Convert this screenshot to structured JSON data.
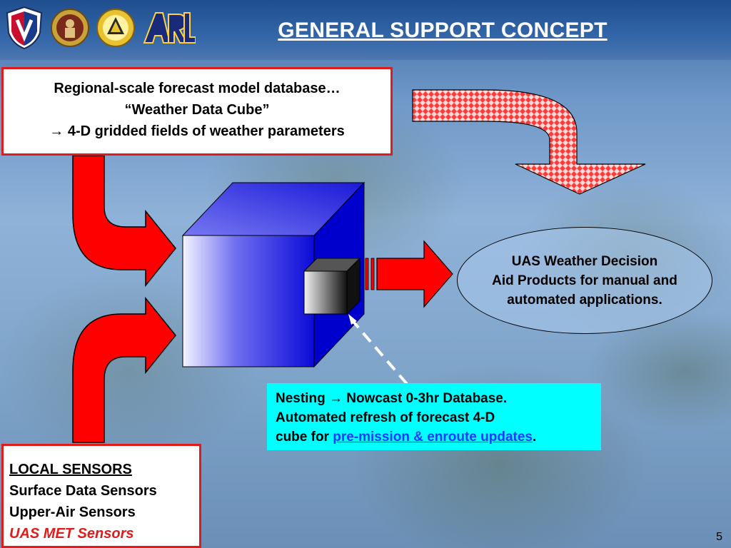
{
  "header": {
    "title": "GENERAL SUPPORT CONCEPT",
    "logos": [
      "army-shield-logo",
      "soldier-emblem-logo",
      "tank-emblem-logo",
      "arl-logo"
    ]
  },
  "top_box": {
    "line1": "Regional-scale forecast model database…",
    "line2": "“Weather Data Cube”",
    "line3_arrow": "→",
    "line3": " 4-D gridded fields of weather parameters"
  },
  "local_sensors": {
    "heading": "LOCAL SENSORS",
    "items": [
      "Surface Data Sensors",
      "Upper-Air Sensors"
    ],
    "uas_item": "UAS MET Sensors"
  },
  "output_ellipse": {
    "line1": "UAS Weather Decision",
    "line2": "Aid Products for manual and",
    "line3": "automated applications."
  },
  "nesting_box": {
    "line1_prefix": "Nesting ",
    "arrow": "→",
    "line1_suffix": " Nowcast 0-3hr Database.",
    "line2": "Automated refresh of forecast 4-D",
    "line3_prefix": "cube for ",
    "line3_link": "pre-mission & enroute updates",
    "line3_suffix": "."
  },
  "page_number": "5",
  "colors": {
    "arrow_red": "#ff0000",
    "cube_blue": "#0000cc",
    "box_border_red": "#e01b1b",
    "nesting_bg": "#00ffff",
    "title_white": "#ffffff"
  }
}
